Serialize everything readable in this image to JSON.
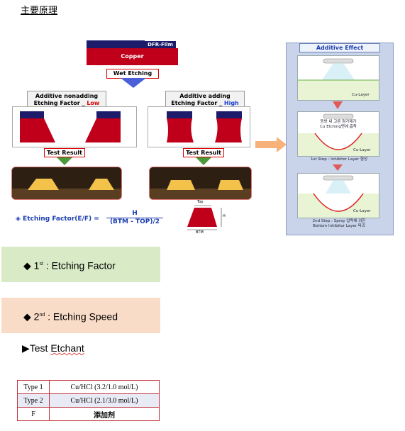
{
  "title": "主要原理",
  "diagram": {
    "dfr_label": "DFR-Film",
    "copper_label": "Copper",
    "wet_etching": "Wet Etching",
    "left_head_1": "Additive nonadding",
    "left_head_2": "Etching Factor _ ",
    "left_head_level": "Low",
    "right_head_1": "Additive adding",
    "right_head_2": "Etching Factor _ ",
    "right_head_level": "High",
    "test_result_left": "Test Result",
    "test_result_right": "Test Result",
    "formula_label": "◈ Etching Factor(E/F) = ",
    "formula_numerator": "H",
    "formula_denominator": "(BTM  - TOP)/2",
    "shape_top": "Top",
    "shape_h": "H",
    "shape_btm": "BTM"
  },
  "additive_effect": {
    "title": "Additive Effect",
    "cu_layer_1": "Cu-Layer",
    "cu_layer_2": "Cu-Layer",
    "cu_layer_3": "Cu-Layer",
    "inner_note_1": "등방 내 고른 첨가제가",
    "inner_note_2": "Cu Etching면에 흡착",
    "step1": "1st Step : Inhibitor Layer 형성",
    "step2_1": "2nd Step : Spray 압력에 의한",
    "step2_2": "Bottom Inhibitor Layer 파괴"
  },
  "sections": {
    "s1_num": "1",
    "s1_sup": "st",
    "s1_text": " : Etching  Factor",
    "s2_num": "2",
    "s2_sup": "nd",
    "s2_text": " : Etching  Speed",
    "bullet": "◆"
  },
  "etchant": {
    "prefix": "▶Test  ",
    "word": "Etchant"
  },
  "table": {
    "rows": [
      [
        "Type 1",
        "Cu/HCl (3.2/1.0 mol/L)"
      ],
      [
        "Type 2",
        "Cu/HCl (2.1/3.0 mol/L)"
      ],
      [
        "F",
        "添加剂"
      ]
    ]
  },
  "colors": {
    "copper": "#c0001a",
    "dfr": "#1c1c6b",
    "accent_blue": "#1c3fb0",
    "band1": "#d8ebc6",
    "band2": "#f9dcc8"
  }
}
